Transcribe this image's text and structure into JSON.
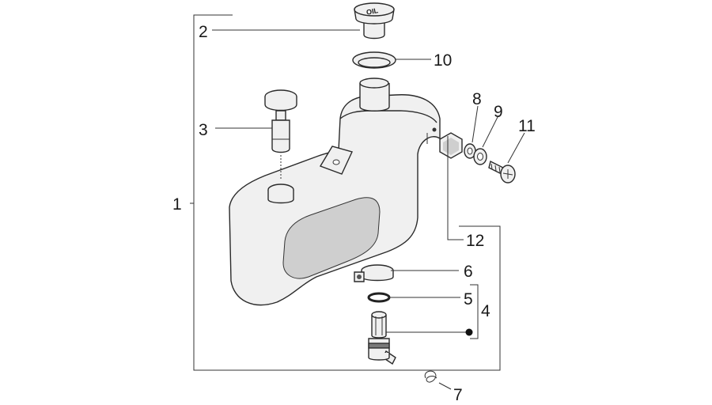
{
  "diagram": {
    "callouts": {
      "c1": "1",
      "c2": "2",
      "c3": "3",
      "c4": "4",
      "c5": "5",
      "c6": "6",
      "c7": "7",
      "c8": "8",
      "c9": "9",
      "c10": "10",
      "c11": "11",
      "c12": "12"
    },
    "cap_text": "OIL"
  }
}
